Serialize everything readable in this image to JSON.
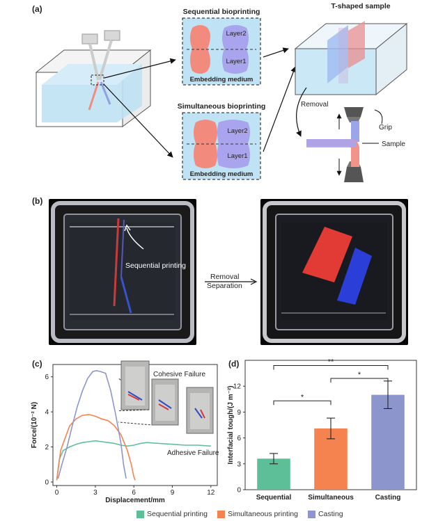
{
  "panels": {
    "a": "(a)",
    "b": "(b)",
    "c": "(c)",
    "d": "(d)"
  },
  "panel_a": {
    "sequential_title": "Sequential bioprinting",
    "simultaneous_title": "Simultaneous bioprinting",
    "layer2": "Layer2",
    "layer1": "Layer1",
    "embedding_medium": "Embedding medium",
    "t_shaped_sample": "T-shaped sample",
    "removal": "Removal",
    "grip": "Grip",
    "sample": "Sample"
  },
  "panel_b": {
    "sequential_printing": "Sequential printing",
    "removal": "Removal",
    "separation": "Separation"
  },
  "panel_c": {
    "cohesive_failure": "Cohesive Failure",
    "adhesive_failure": "Adhesive Failure"
  },
  "colors": {
    "sequential": "#5dbf98",
    "simultaneous": "#f5834f",
    "casting": "#8c96cc",
    "gel_red": "#f28b7e",
    "gel_blue": "#a9a4ee",
    "medium": "#bfe2f4"
  },
  "chart_data": [
    {
      "type": "line",
      "xlabel": "Displacement/mm",
      "ylabel": "Force/(10⁻² N)",
      "xlim": [
        -0.3,
        12.5
      ],
      "ylim": [
        -0.2,
        6.7
      ],
      "xticks": [
        0,
        3,
        6,
        9,
        12
      ],
      "yticks": [
        0,
        2,
        4,
        6
      ],
      "series": [
        {
          "name": "Sequential printing",
          "color": "#5dbf98",
          "x": [
            0,
            0.2,
            0.5,
            1,
            1.5,
            2,
            2.5,
            3,
            3.5,
            4,
            4.5,
            5,
            5.5,
            6,
            6.5,
            7,
            8,
            9,
            10,
            11,
            12
          ],
          "y": [
            0.1,
            1.3,
            1.8,
            2.0,
            2.15,
            2.25,
            2.3,
            2.35,
            2.3,
            2.25,
            2.2,
            2.1,
            2.05,
            2.1,
            2.2,
            2.25,
            2.2,
            2.15,
            2.1,
            2.1,
            2.05
          ]
        },
        {
          "name": "Simultaneous printing",
          "color": "#f5834f",
          "x": [
            0,
            0.3,
            0.7,
            1.0,
            1.5,
            2.0,
            2.5,
            3.0,
            3.5,
            4.0,
            4.5,
            5.0,
            5.5,
            5.8,
            6.0,
            6.1
          ],
          "y": [
            0.1,
            1.8,
            2.6,
            3.2,
            3.6,
            3.8,
            3.85,
            3.75,
            3.6,
            3.5,
            3.2,
            2.7,
            1.8,
            1.0,
            0.3,
            0.1
          ]
        },
        {
          "name": "Casting",
          "color": "#8c96cc",
          "x": [
            0.1,
            0.4,
            0.8,
            1.2,
            1.6,
            2.0,
            2.4,
            2.8,
            3.1,
            3.4,
            3.8,
            4.2,
            4.6,
            5.0,
            5.2,
            5.4
          ],
          "y": [
            0.2,
            1.0,
            2.0,
            3.2,
            4.3,
            5.2,
            5.9,
            6.3,
            6.35,
            6.3,
            6.2,
            5.2,
            3.8,
            2.2,
            1.0,
            0.2
          ]
        }
      ]
    },
    {
      "type": "bar",
      "ylabel": "Interfacial tough/(J m⁻²)",
      "categories": [
        "Sequential",
        "Simultaneous",
        "Casting"
      ],
      "values": [
        3.6,
        7.1,
        11.0
      ],
      "errors": [
        0.6,
        1.2,
        1.6
      ],
      "colors": [
        "#5dbf98",
        "#f5834f",
        "#8c96cc"
      ],
      "ylim": [
        0,
        15
      ],
      "yticks": [
        0,
        3,
        6,
        9,
        12
      ],
      "significance": [
        {
          "from": 0,
          "to": 1,
          "label": "*"
        },
        {
          "from": 1,
          "to": 2,
          "label": "*"
        },
        {
          "from": 0,
          "to": 2,
          "label": "**"
        }
      ]
    }
  ],
  "legend": [
    {
      "label": "Sequential printing",
      "color": "#5dbf98"
    },
    {
      "label": "Simultaneous printing",
      "color": "#f5834f"
    },
    {
      "label": "Casting",
      "color": "#8c96cc"
    }
  ]
}
